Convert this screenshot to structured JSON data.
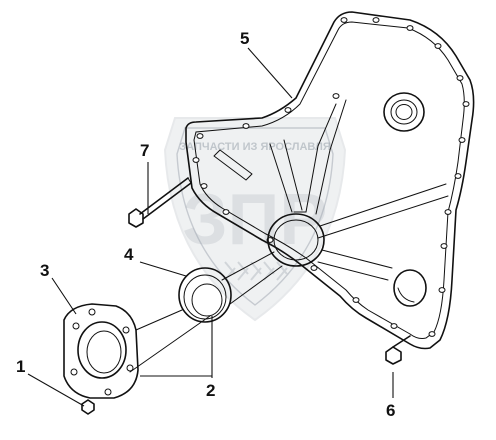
{
  "diagram": {
    "callouts": [
      {
        "id": "1",
        "label": "1"
      },
      {
        "id": "2",
        "label": "2"
      },
      {
        "id": "3",
        "label": "3"
      },
      {
        "id": "4",
        "label": "4"
      },
      {
        "id": "5",
        "label": "5"
      },
      {
        "id": "6",
        "label": "6"
      },
      {
        "id": "7",
        "label": "7"
      }
    ],
    "watermark": {
      "logo_text": "ЗПР",
      "arc_text": "ЗАПЧАСТИ ИЗ ЯРОСЛАВЛЯ"
    }
  },
  "colors": {
    "line": "#111111",
    "watermark": "#9aa3ad",
    "background": "#ffffff"
  }
}
